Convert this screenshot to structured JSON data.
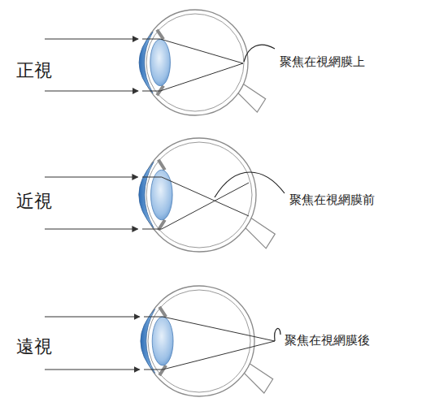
{
  "diagram": {
    "labels": [
      "正視",
      "聚焦在視網膜上",
      "近視",
      "聚焦在視網膜前",
      "遠視",
      "聚焦在視網膜後"
    ]
  }
}
